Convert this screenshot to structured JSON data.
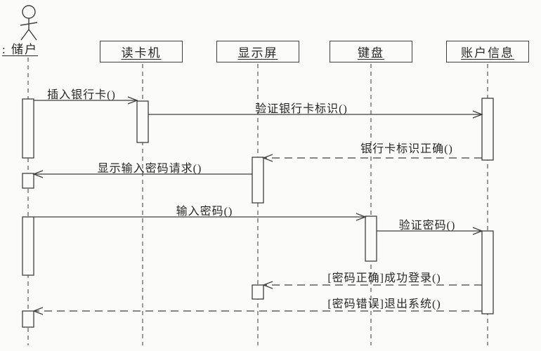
{
  "page": {
    "background": "#fbfbf8"
  },
  "diagram": {
    "kind": "uml-sequence-diagram",
    "stroke_color": "#3f3f3f",
    "text_color": "#262626",
    "lifelines": [
      {
        "label": ": 储户",
        "kind": "actor"
      },
      {
        "label": "读卡机",
        "kind": "object"
      },
      {
        "label": "显示屏",
        "kind": "object"
      },
      {
        "label": "键盘",
        "kind": "object"
      },
      {
        "label": "账户信息",
        "kind": "object"
      }
    ],
    "messages": [
      {
        "label": "插入银行卡()",
        "from": ": 储户",
        "to": "读卡机",
        "style": "solid-call"
      },
      {
        "label": "验证银行卡标识()",
        "from": "读卡机",
        "to": "账户信息",
        "style": "solid-call"
      },
      {
        "label": "银行卡标识正确()",
        "from": "账户信息",
        "to": "显示屏",
        "style": "dashed-return"
      },
      {
        "label": "显示输入密码请求()",
        "from": "显示屏",
        "to": ": 储户",
        "style": "solid-call"
      },
      {
        "label": "输入密码()",
        "from": ": 储户",
        "to": "键盘",
        "style": "solid-call"
      },
      {
        "label": "验证密码()",
        "from": "键盘",
        "to": "账户信息",
        "style": "solid-call"
      },
      {
        "label": "[密码正确]成功登录()",
        "from": "账户信息",
        "to": "显示屏",
        "style": "dashed-return"
      },
      {
        "label": "[密码错误]退出系统()",
        "from": "账户信息",
        "to": ": 储户",
        "style": "dashed-return"
      }
    ]
  }
}
